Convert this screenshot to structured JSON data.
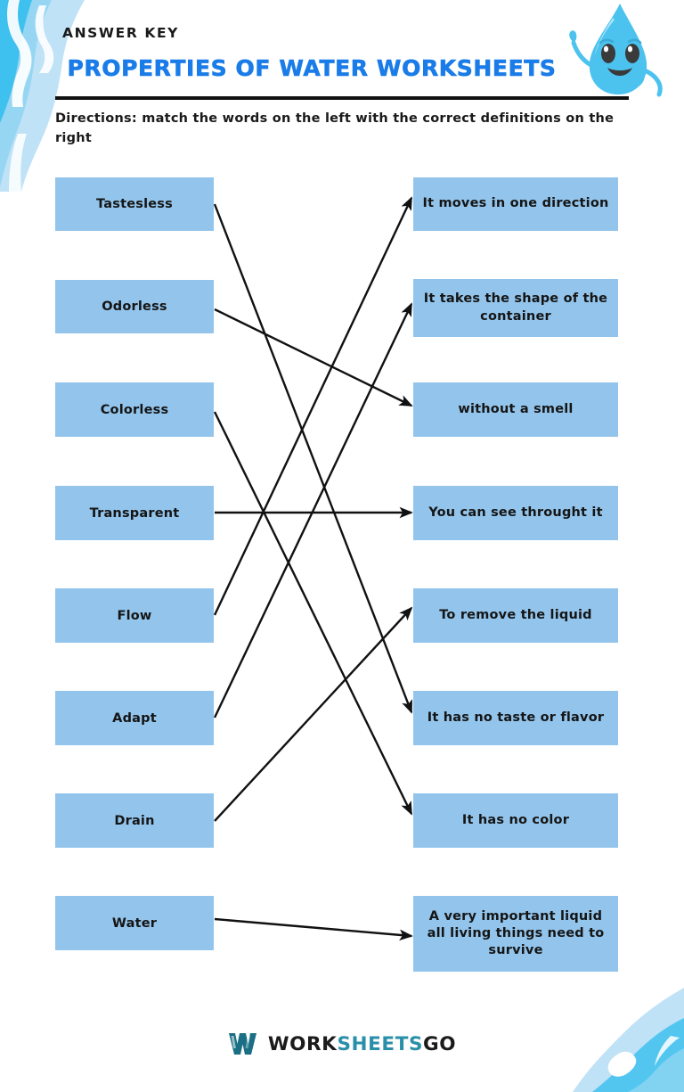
{
  "header": {
    "answer_key_label": "ANSWER KEY",
    "title": "PROPERTIES OF WATER WORKSHEETS",
    "directions": "Directions: match the words on the left with the correct definitions on the right"
  },
  "colors": {
    "title_blue": "#1a7ce8",
    "box_blue": "#93c5ec",
    "wave_light": "#bfe2f7",
    "wave_mid": "#8fd4f2",
    "wave_dark": "#3fc1ef",
    "mascot_blue": "#4cc3ef",
    "line_black": "#111111",
    "logo_teal": "#2a8fa8"
  },
  "matching": {
    "terms": [
      {
        "id": "tastesless",
        "label": "Tastesless"
      },
      {
        "id": "odorless",
        "label": "Odorless"
      },
      {
        "id": "colorless",
        "label": "Colorless"
      },
      {
        "id": "transparent",
        "label": "Transparent"
      },
      {
        "id": "flow",
        "label": "Flow"
      },
      {
        "id": "adapt",
        "label": "Adapt"
      },
      {
        "id": "drain",
        "label": "Drain"
      },
      {
        "id": "water",
        "label": "Water"
      }
    ],
    "definitions": [
      {
        "id": "one-direction",
        "label": "It moves in one direction"
      },
      {
        "id": "shape-container",
        "label": "It takes the shape of the container"
      },
      {
        "id": "without-smell",
        "label": "without a smell"
      },
      {
        "id": "see-through",
        "label": "You can see throught it"
      },
      {
        "id": "remove-liquid",
        "label": "To remove the liquid"
      },
      {
        "id": "no-taste",
        "label": "It has no taste or flavor"
      },
      {
        "id": "no-color",
        "label": "It has no color"
      },
      {
        "id": "important-liquid",
        "label": "A very important liquid all living things need to survive"
      }
    ],
    "answers": [
      {
        "term": "tastesless",
        "definition": "no-taste"
      },
      {
        "term": "odorless",
        "definition": "without-smell"
      },
      {
        "term": "colorless",
        "definition": "no-color"
      },
      {
        "term": "transparent",
        "definition": "see-through"
      },
      {
        "term": "flow",
        "definition": "one-direction"
      },
      {
        "term": "adapt",
        "definition": "shape-container"
      },
      {
        "term": "drain",
        "definition": "remove-liquid"
      },
      {
        "term": "water",
        "definition": "important-liquid"
      }
    ]
  },
  "footer": {
    "logo_part1": "WORK",
    "logo_part2": "SHEETS",
    "logo_part3": "GO"
  }
}
